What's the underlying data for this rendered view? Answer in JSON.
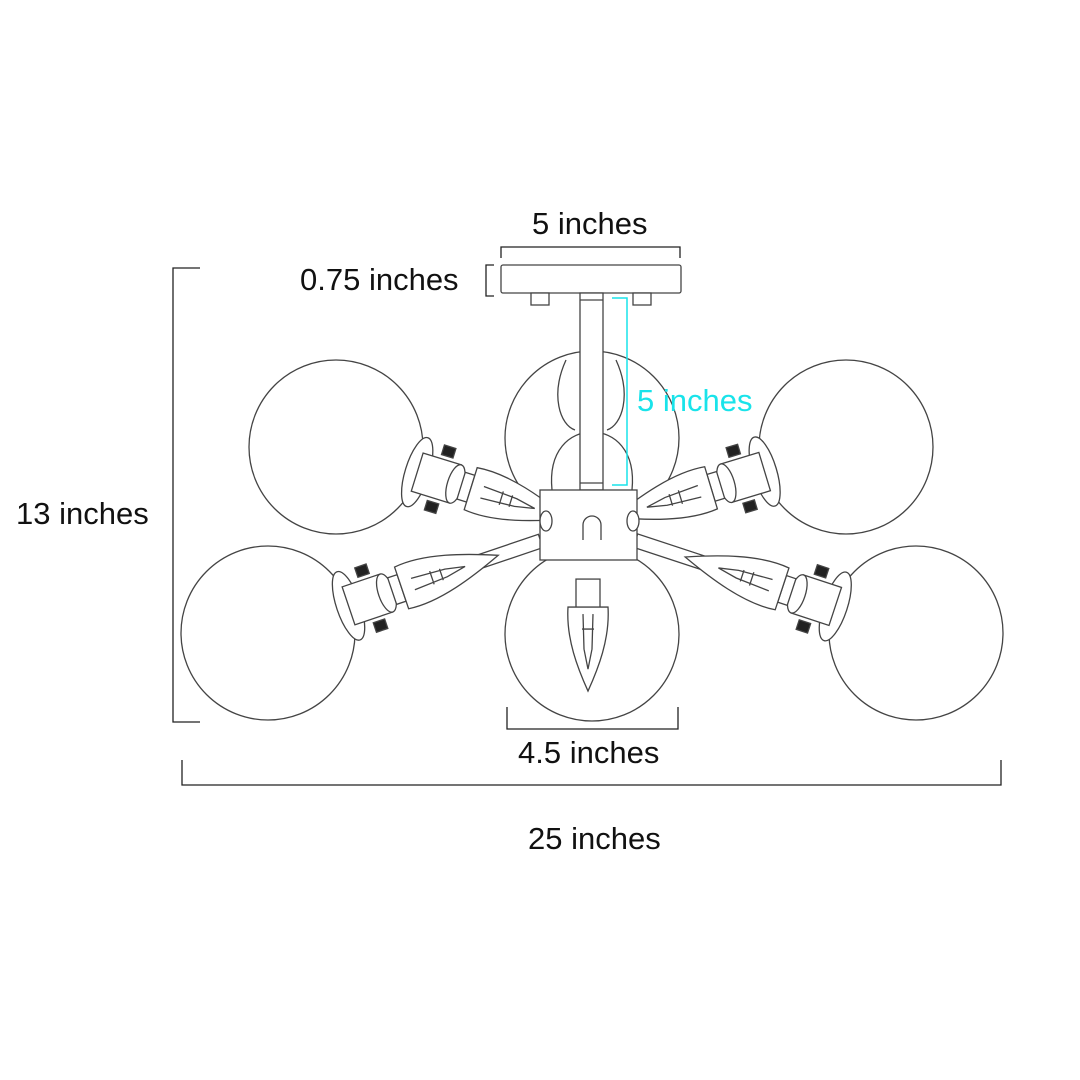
{
  "title": "Ceiling light fixture dimensions",
  "dimensions": {
    "canopy_width": "5 inches",
    "canopy_height": "0.75 inches",
    "stem_length": "5 inches",
    "total_height": "13 inches",
    "globe_diameter": "4.5 inches",
    "total_width": "25 inches"
  },
  "colors": {
    "line": "#333333",
    "dimension": "#222222",
    "highlight": "#19e3ea"
  },
  "fixture": {
    "light_count": 6
  }
}
